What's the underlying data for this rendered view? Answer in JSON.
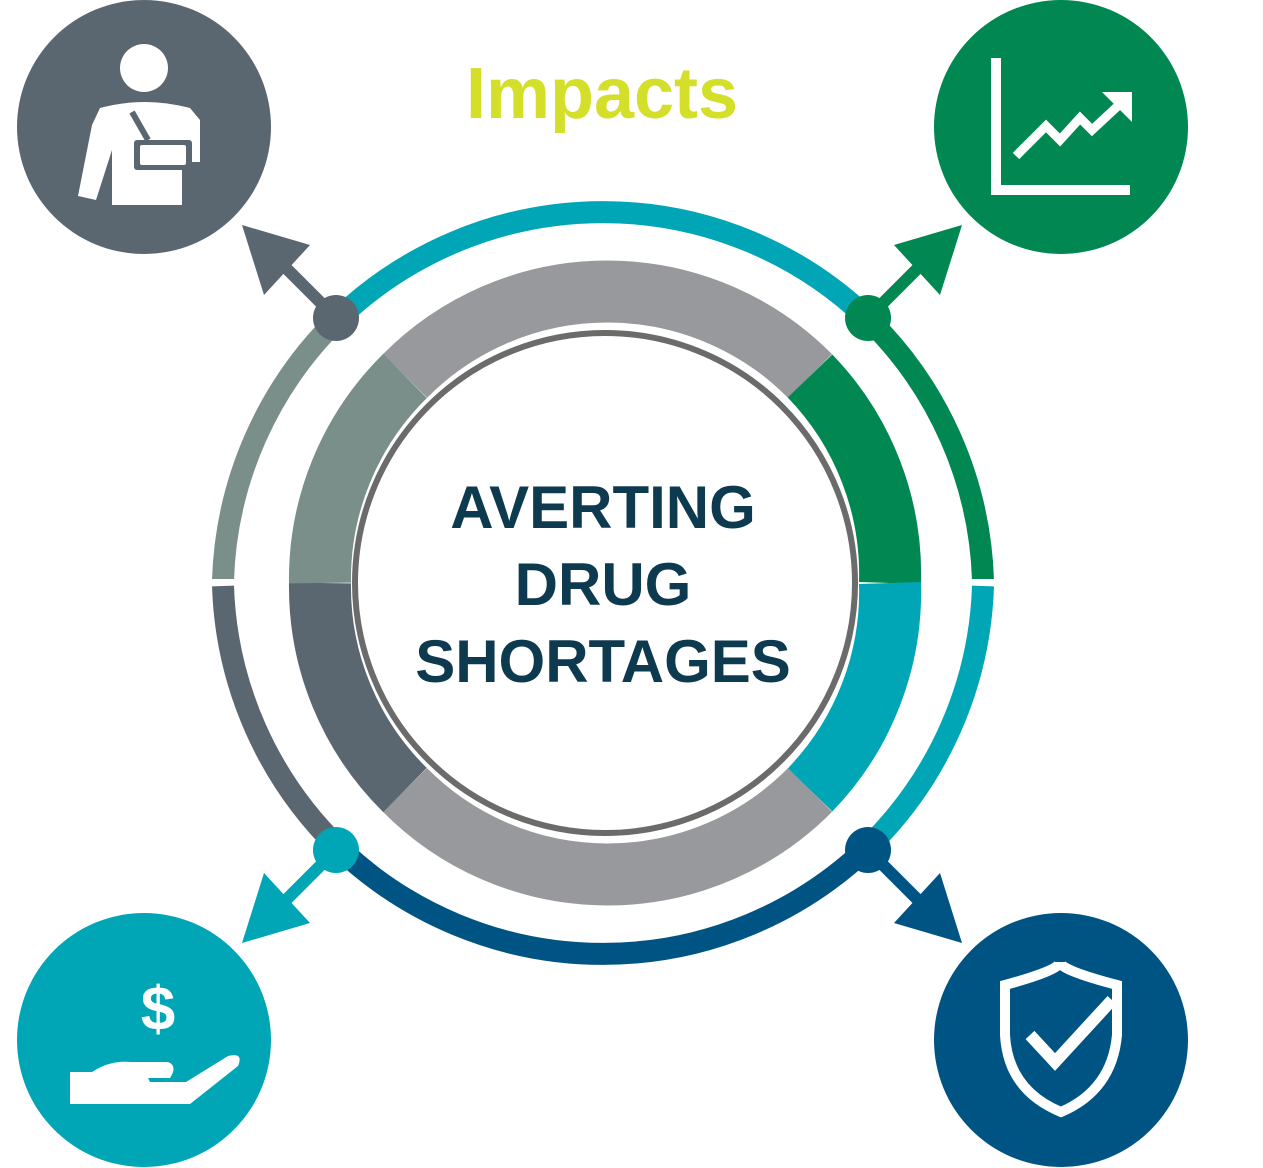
{
  "title": "Impacts",
  "center": {
    "line1": "AVERTING",
    "line2": "DRUG",
    "line3": "SHORTAGES"
  },
  "icons": {
    "top_left": "injured-person-icon",
    "top_right": "growth-chart-icon",
    "bottom_left": "money-in-hand-icon",
    "bottom_right": "shield-check-icon"
  },
  "colors": {
    "title": "#d4df29",
    "center_text": "#0e3a4f",
    "slate": "#5b6770",
    "green": "#008752",
    "teal": "#00a6b6",
    "navy": "#005484",
    "gray": "#97999c",
    "sage": "#7a8f89"
  }
}
